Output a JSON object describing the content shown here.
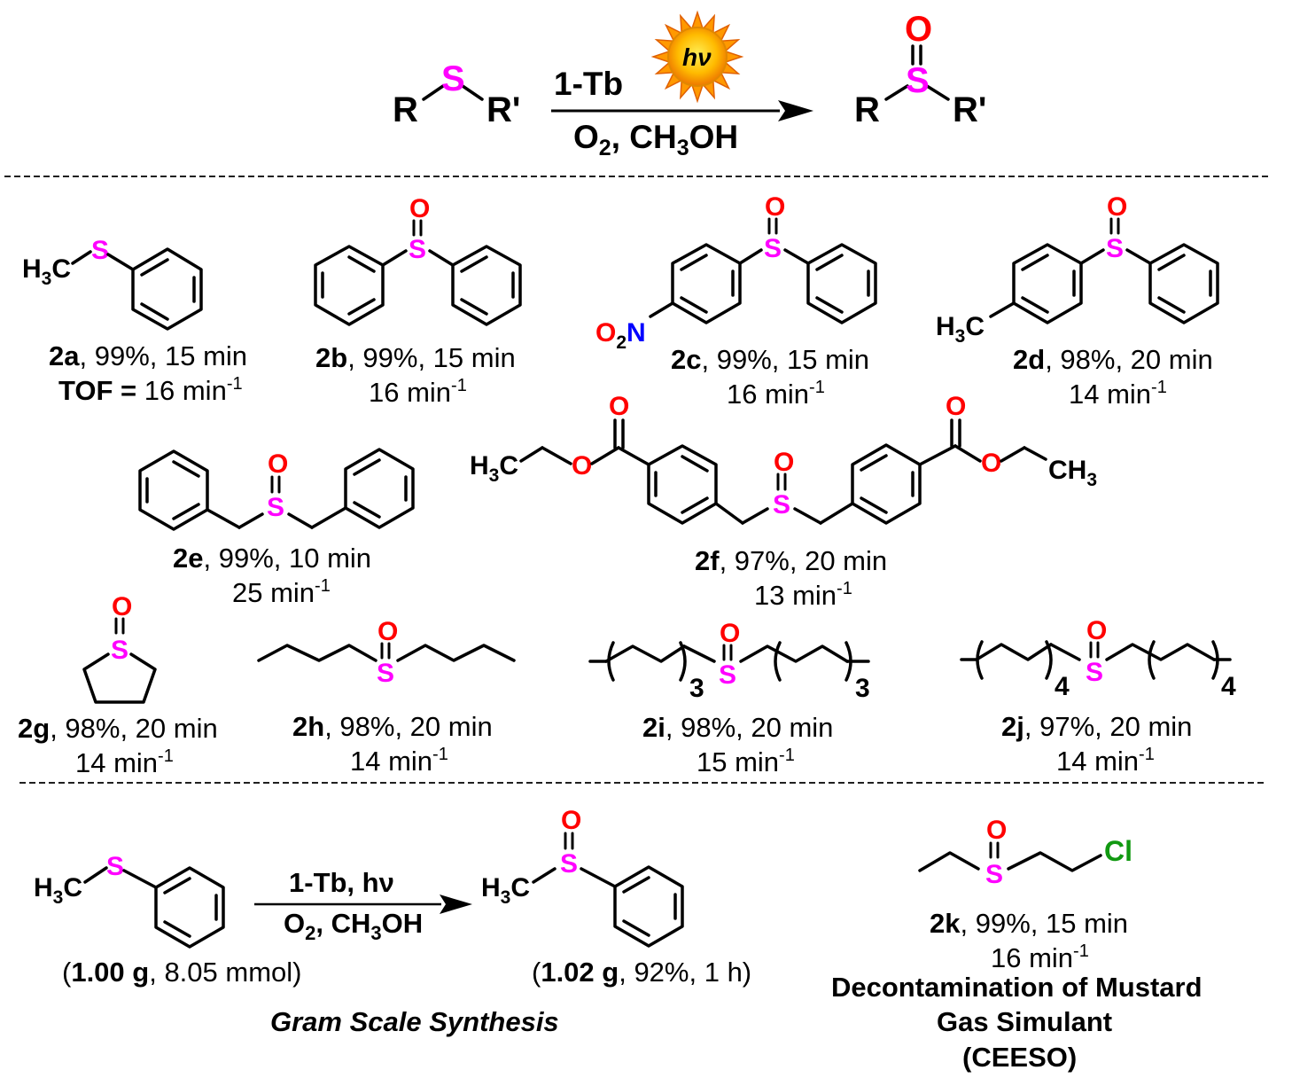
{
  "reaction": {
    "reactant": {
      "r": "R",
      "s": "S",
      "r2": "R'"
    },
    "catalyst": "1-Tb",
    "light": "hν",
    "conditions": {
      "o": "O",
      "sub2": "2",
      "mid": ", CH",
      "sub3": "3",
      "end": "OH"
    },
    "product": {
      "r": "R",
      "s": "S",
      "o": "O",
      "r2": "R'"
    }
  },
  "atoms": {
    "S": "S",
    "O": "O",
    "N": "N",
    "Cl": "Cl",
    "H": "H",
    "C": "C",
    "sub2": "2",
    "sub3": "3",
    "sub4": "4"
  },
  "compounds": [
    {
      "id": "2a",
      "yield": ", 99%, 15 min",
      "tof_label": "TOF =",
      "tof": " 16 min",
      "exp": "-1"
    },
    {
      "id": "2b",
      "yield": ", 99%, 15 min",
      "tof": "16 min",
      "exp": "-1"
    },
    {
      "id": "2c",
      "yield": ", 99%, 15 min",
      "tof": "16 min",
      "exp": "-1"
    },
    {
      "id": "2d",
      "yield": ", 98%, 20 min",
      "tof": "14 min",
      "exp": "-1"
    },
    {
      "id": "2e",
      "yield": ", 99%, 10 min",
      "tof": "25 min",
      "exp": "-1"
    },
    {
      "id": "2f",
      "yield": ", 97%, 20 min",
      "tof": "13 min",
      "exp": "-1"
    },
    {
      "id": "2g",
      "yield": ", 98%, 20 min",
      "tof": "14 min",
      "exp": "-1"
    },
    {
      "id": "2h",
      "yield": ", 98%, 20 min",
      "tof": "14 min",
      "exp": "-1"
    },
    {
      "id": "2i",
      "yield": ", 98%, 20 min",
      "tof": "15 min",
      "exp": "-1"
    },
    {
      "id": "2j",
      "yield": ", 97%, 20 min",
      "tof": "14 min",
      "exp": "-1"
    },
    {
      "id": "2k",
      "yield": ", 99%, 15 min",
      "tof": "16 min",
      "exp": "-1"
    }
  ],
  "gram_scale": {
    "reagent_line1": "1-Tb, hν",
    "reactant_mass": "1.00 g",
    "reactant_rest": ", 8.05 mmol)",
    "product_mass": "1.02 g",
    "product_rest": ", 92%, 1 h)",
    "open_paren": "(",
    "title": "Gram Scale Synthesis"
  },
  "ceeso": {
    "line1": "Decontamination of Mustard",
    "line2": "Gas Simulant",
    "line3": "(CEESO)"
  }
}
